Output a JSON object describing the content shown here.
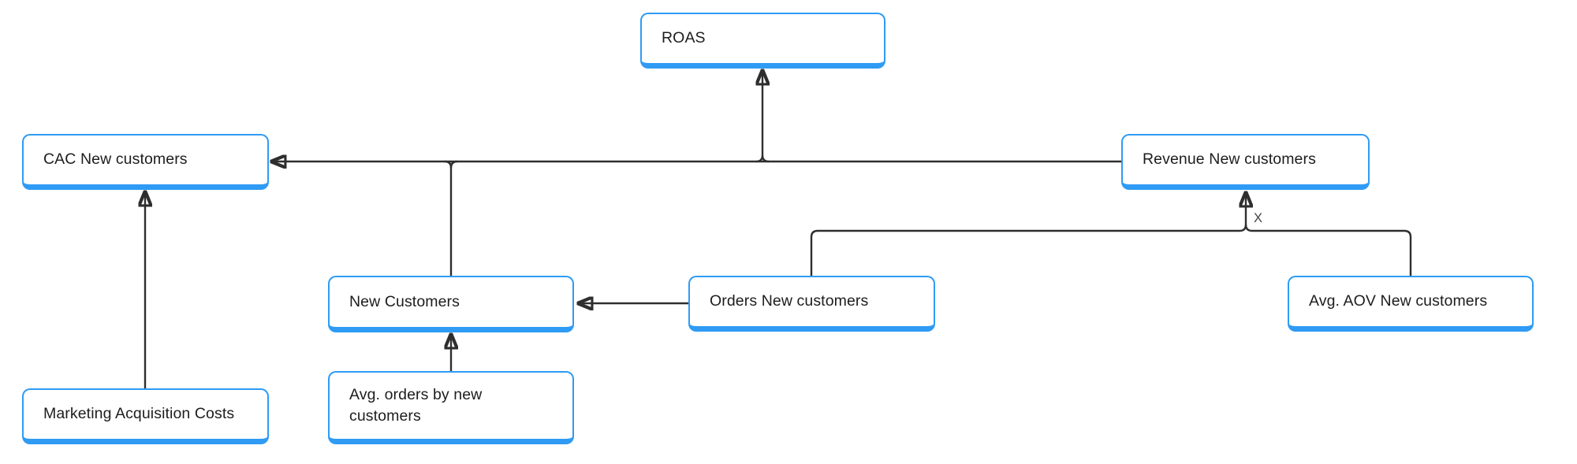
{
  "diagram": {
    "type": "flowchart",
    "operator_label": "X",
    "colors": {
      "node_border": "#2F9BF4",
      "node_fill": "#FFFFFF",
      "connector": "#2E2E2E",
      "text": "#1D1D1D",
      "background": "#FFFFFF"
    },
    "nodes": {
      "roas": {
        "label": "ROAS"
      },
      "cac": {
        "label": "CAC New customers"
      },
      "revenue": {
        "label": "Revenue New customers"
      },
      "new_customers": {
        "label": "New Customers"
      },
      "orders": {
        "label": "Orders New customers"
      },
      "avg_aov": {
        "label": "Avg. AOV New customers"
      },
      "marketing": {
        "label": "Marketing Acquisition Costs"
      },
      "avg_orders": {
        "label": "Avg. orders by new customers"
      }
    },
    "edges": [
      {
        "from": "revenue",
        "to": "cac"
      },
      {
        "from": "revenue",
        "to": "roas"
      },
      {
        "from": "new_customers",
        "to": "cac"
      },
      {
        "from": "marketing",
        "to": "cac"
      },
      {
        "from": "avg_orders",
        "to": "new_customers"
      },
      {
        "from": "orders",
        "to": "new_customers"
      },
      {
        "from": "orders",
        "to": "revenue",
        "operator": "X"
      },
      {
        "from": "avg_aov",
        "to": "revenue",
        "operator": "X"
      }
    ]
  }
}
